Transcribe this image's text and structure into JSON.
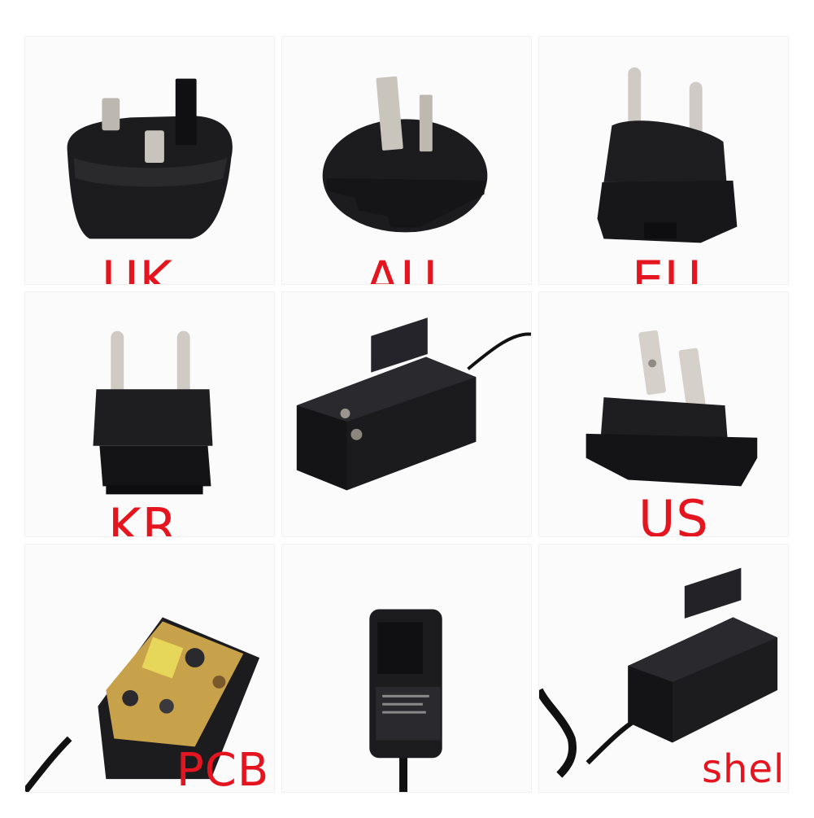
{
  "tiles": [
    {
      "label": "UK"
    },
    {
      "label": "AU"
    },
    {
      "label": "EU"
    },
    {
      "label": "KR"
    },
    {
      "label": ""
    },
    {
      "label": "US"
    },
    {
      "label": "PCB"
    },
    {
      "label": ""
    },
    {
      "label": "shell"
    }
  ],
  "colors": {
    "label": "#e4151f",
    "plastic": "#1b1b1d",
    "pin": "#c8c4bd",
    "background": "#fbfbfb"
  }
}
